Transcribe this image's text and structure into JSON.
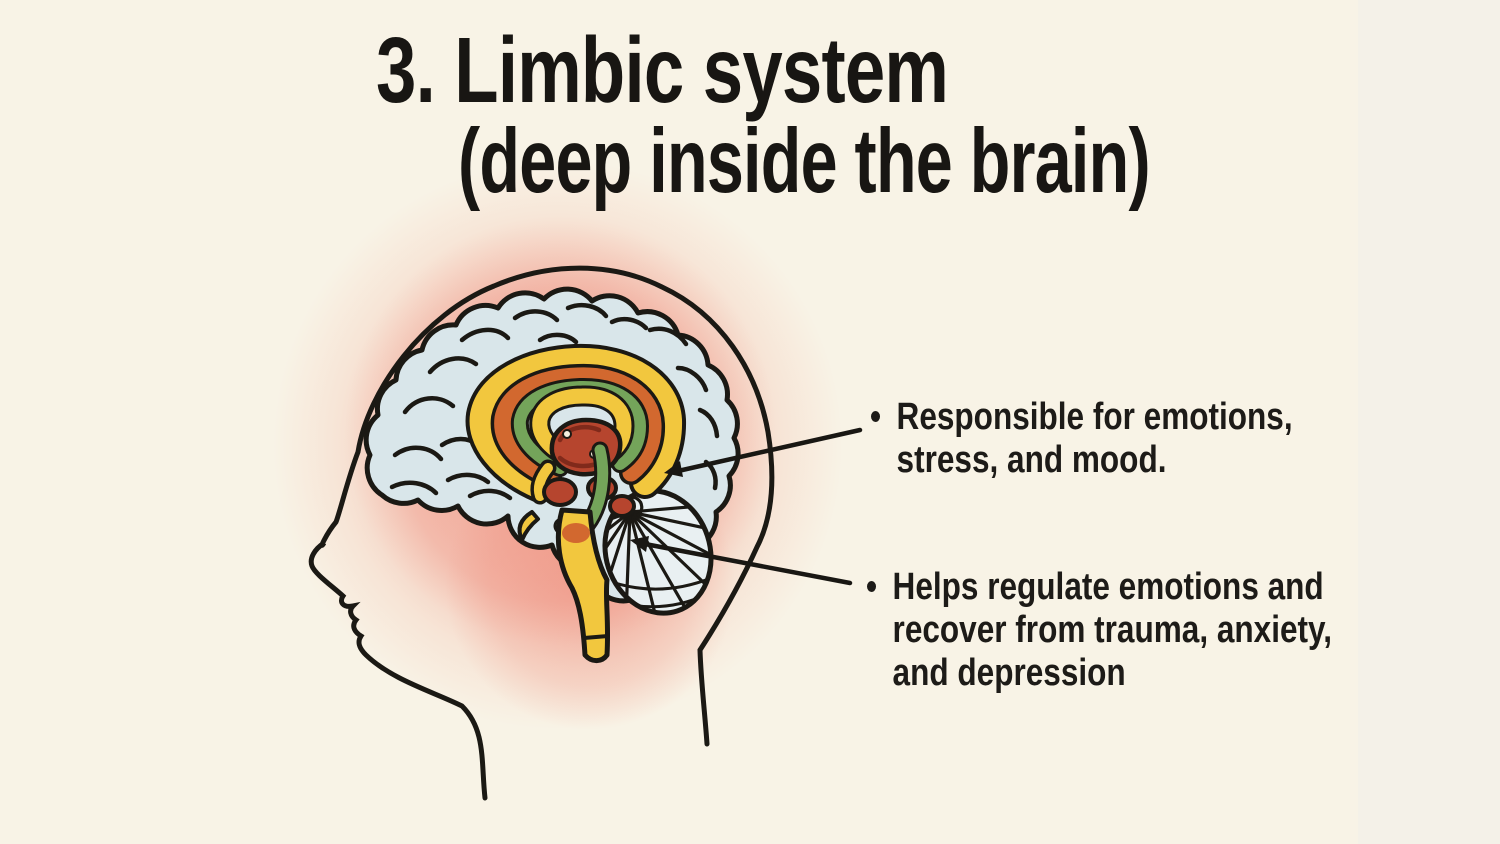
{
  "title": {
    "line1": "3. Limbic system",
    "line2": "(deep inside the brain)"
  },
  "bullets": [
    {
      "marker": "•",
      "lines": [
        "Responsible for emotions,",
        "stress, and mood."
      ]
    },
    {
      "marker": "•",
      "lines": [
        "Helps regulate emotions and",
        "recover from trauma, anxiety,",
        "and depression"
      ]
    }
  ],
  "figure": {
    "subject": "Side profile of a human head showing the brain with the limbic system highlighted deep inside",
    "parts": {
      "head": "head-profile-outline",
      "cerebrum": "cerebrum-cortex",
      "cerebellum": "cerebellum",
      "limbic": "limbic-system-bands",
      "brainstem": "brainstem",
      "glow": "red-highlight-glow",
      "pointer1_target": "limbic system",
      "pointer2_target": "limbic system / brain core"
    },
    "colors": {
      "background": "#f8f3e6",
      "ink": "#1b1914",
      "cortex": "#d9e6ea",
      "cerebellum_fill": "#e9f0f2",
      "limbic_yellow": "#f2c73e",
      "limbic_orange": "#d2682f",
      "limbic_green": "#74a45a",
      "limbic_red": "#b6452e",
      "limbic_red_dark": "#802a1b",
      "glow_pink": "#ee8574",
      "text": "#1d1b18"
    }
  }
}
